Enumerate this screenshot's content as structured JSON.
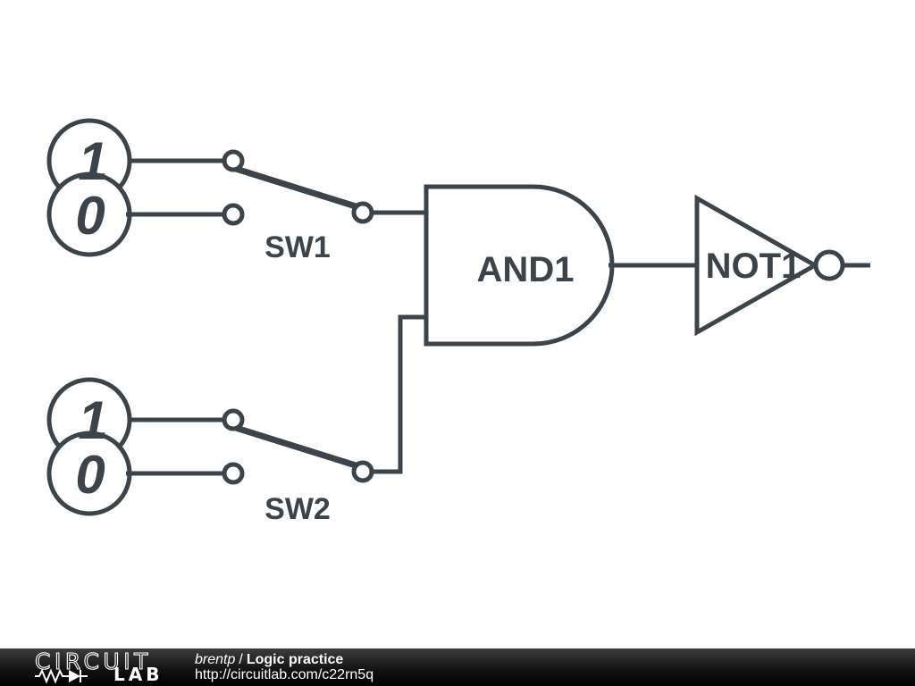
{
  "schematic": {
    "stroke_color": "#3b444a",
    "switches": {
      "sw1": {
        "label": "SW1",
        "input_high": "1",
        "input_low": "0"
      },
      "sw2": {
        "label": "SW2",
        "input_high": "1",
        "input_low": "0"
      }
    },
    "gates": {
      "and1": {
        "label": "AND1",
        "type": "AND"
      },
      "not1": {
        "label": "NOT1",
        "type": "NOT"
      }
    }
  },
  "footer": {
    "logo_circuit": "CIRCUIT",
    "logo_lab": "LAB",
    "author": "brentp",
    "separator": "/",
    "title": "Logic practice",
    "url": "http://circuitlab.com/c22rn5q"
  }
}
